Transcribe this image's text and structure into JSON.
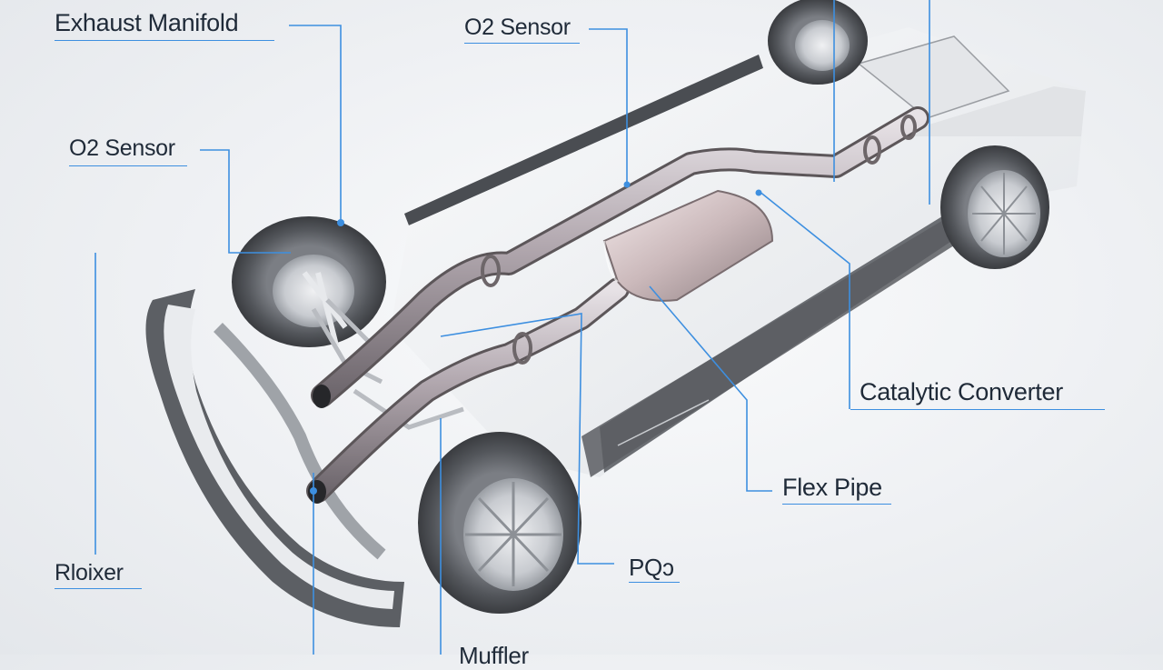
{
  "labels": {
    "exhaust_manifold": "Exhaust Manifold",
    "o2_sensor_top": "O2 Sensor",
    "o2_sensor_left": "O2 Sensor",
    "catalytic_converter": "Catalytic Converter",
    "flex_pipe": "Flex Pipe",
    "resonator": "PQɔ",
    "muffler_left": "Rloixer",
    "muffler_bottom": "Muffler"
  },
  "colors": {
    "leader_line": "#3d8fe0",
    "label_text": "#1f2a38",
    "body_panel": "#f3f4f6",
    "pipe_metal": "#a9a2a8",
    "tire": "#4a4c50"
  }
}
